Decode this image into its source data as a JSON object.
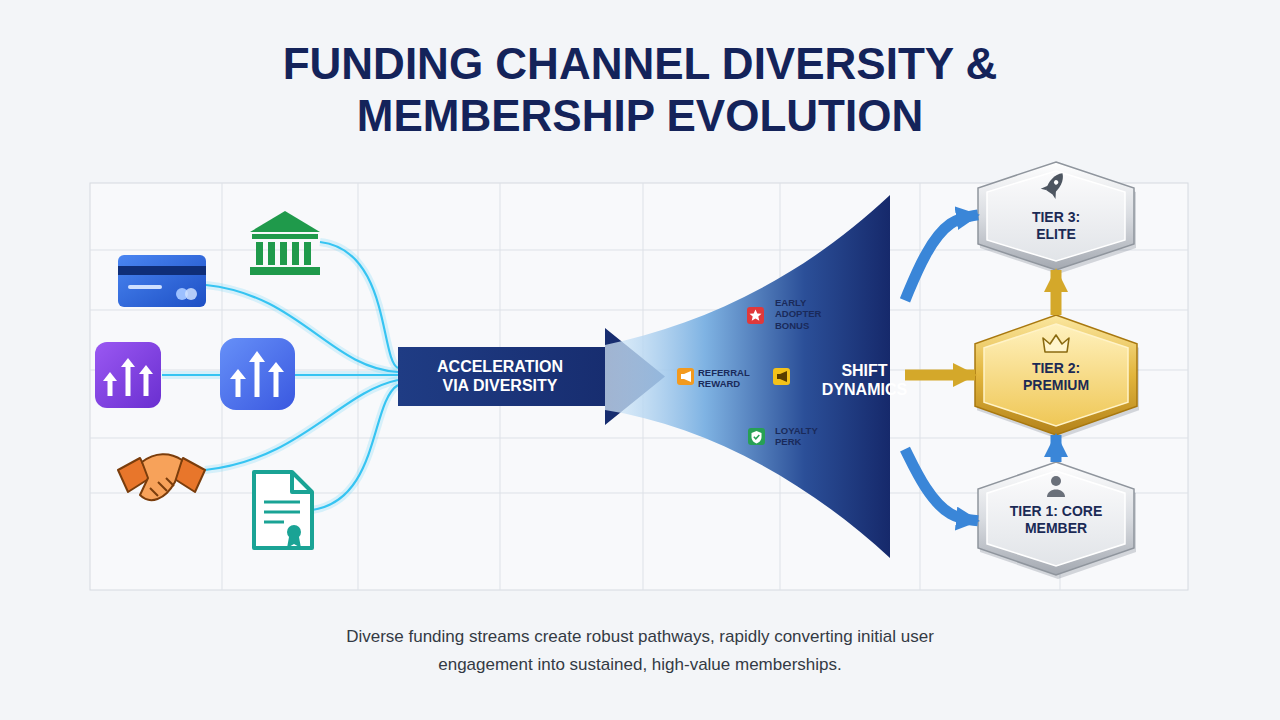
{
  "diagram": {
    "title": "FUNDING CHANNEL DIVERSITY & MEMBERSHIP EVOLUTION",
    "caption": "Diverse funding streams create robust pathways, rapidly converting initial user engagement into sustained, high-value memberships.",
    "nodes": [
      {
        "text": [
          "ACCELERATION VIA DIVERSITY"
        ]
      },
      {
        "text": [
          "SHIFT DYNAMICS"
        ]
      },
      {
        "text": [
          "TIER 3: ELITE"
        ]
      },
      {
        "text": [
          "TIER 2: PREMIUM"
        ]
      },
      {
        "text": [
          "TIER 1: CORE MEMBER"
        ]
      }
    ],
    "edges": [
      {
        "from": 1,
        "to": 2,
        "arrow": "to"
      },
      {
        "from": 1,
        "to": 3,
        "arrow": "to"
      },
      {
        "from": 1,
        "to": 4,
        "arrow": "to"
      },
      {
        "from": 4,
        "to": 3,
        "arrow": "to"
      },
      {
        "from": 3,
        "to": 2,
        "arrow": "to"
      }
    ],
    "labels": [
      "EARLY ADOPTER BONUS",
      "REFERRAL REWARD",
      "LOYALTY PERK"
    ]
  }
}
